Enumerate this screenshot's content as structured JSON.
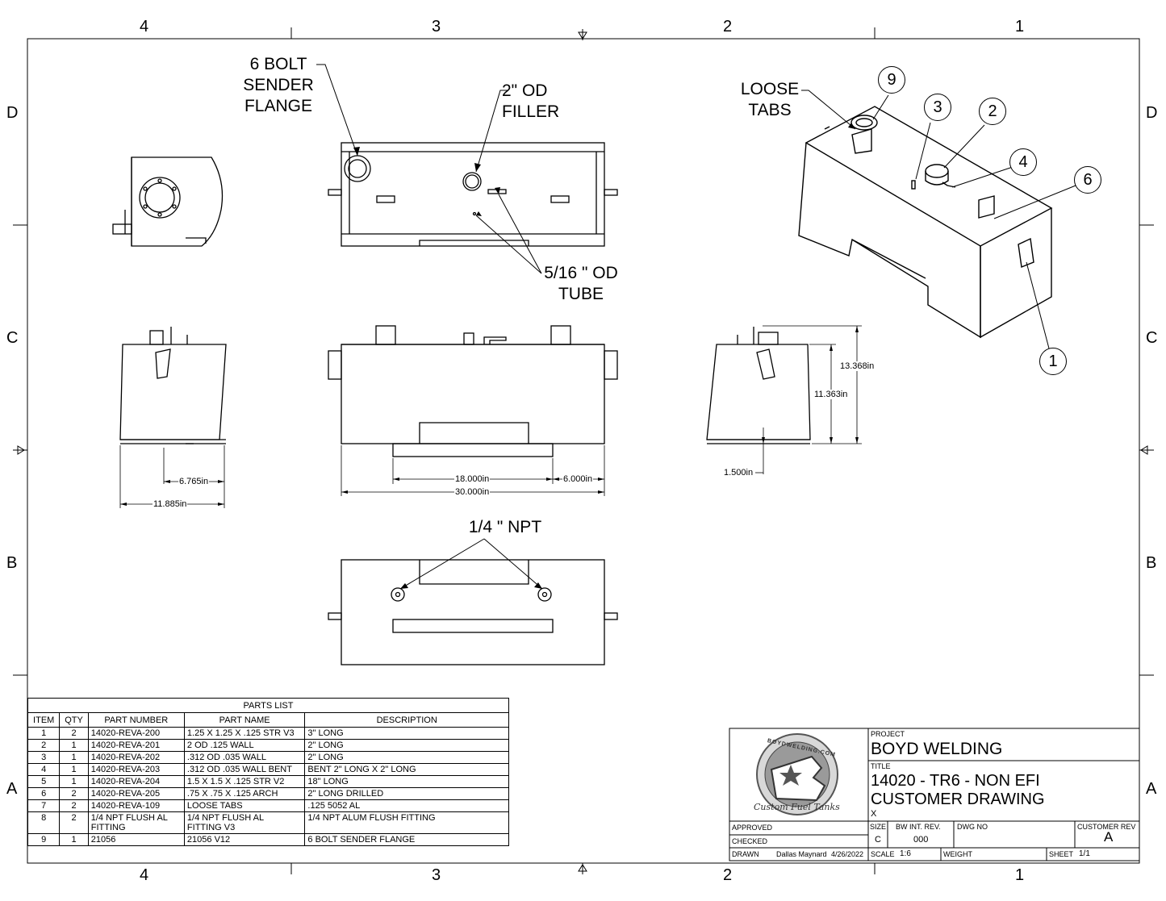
{
  "zones": {
    "cols": [
      "4",
      "3",
      "2",
      "1"
    ],
    "rows": [
      "D",
      "C",
      "B",
      "A"
    ]
  },
  "callouts": {
    "sender_flange": "6 BOLT\nSENDER\nFLANGE",
    "filler": "2\" OD\nFILLER",
    "tube": "5/16 \" OD\nTUBE",
    "npt": "1/4 \" NPT",
    "loose_tabs": "LOOSE\nTABS"
  },
  "balloons": [
    "9",
    "3",
    "2",
    "4",
    "6",
    "1"
  ],
  "dimensions": {
    "d_6765": "6.765in",
    "d_11885": "11.885in",
    "d_18000": "18.000in",
    "d_6000": "6.000in",
    "d_30000": "30.000in",
    "d_13368": "13.368in",
    "d_11363": "11.363in",
    "d_1500": "1.500in"
  },
  "parts_list": {
    "title": "PARTS LIST",
    "headers": [
      "ITEM",
      "QTY",
      "PART NUMBER",
      "PART NAME",
      "DESCRIPTION"
    ],
    "rows": [
      [
        "1",
        "2",
        "14020-REVA-200",
        "1.25 X 1.25 X .125 STR V3",
        "3\" LONG"
      ],
      [
        "2",
        "1",
        "14020-REVA-201",
        "2 OD .125 WALL",
        "2\" LONG"
      ],
      [
        "3",
        "1",
        "14020-REVA-202",
        ".312 OD .035 WALL",
        "2\" LONG"
      ],
      [
        "4",
        "1",
        "14020-REVA-203",
        ".312 OD .035 WALL BENT",
        "BENT 2\" LONG X 2\" LONG"
      ],
      [
        "5",
        "1",
        "14020-REVA-204",
        "1.5 X 1.5 X .125 STR V2",
        "18\" LONG"
      ],
      [
        "6",
        "2",
        "14020-REVA-205",
        ".75 X .75 X .125 ARCH",
        "2\" LONG DRILLED"
      ],
      [
        "7",
        "2",
        "14020-REVA-109",
        "LOOSE TABS",
        ".125 5052 AL"
      ],
      [
        "8",
        "2",
        "1/4 NPT FLUSH AL\nFITTING",
        "1/4 NPT FLUSH AL\nFITTING V3",
        "1/4 NPT ALUM FLUSH FITTING"
      ],
      [
        "9",
        "1",
        "21056",
        "21056 V12",
        "6 BOLT SENDER FLANGE"
      ]
    ]
  },
  "title_block": {
    "project_label": "PROJECT",
    "project": "BOYD WELDING",
    "title_label": "TITLE",
    "title_line1": "14020 - TR6 - NON EFI",
    "title_line2": "CUSTOMER DRAWING",
    "x_mark": "X",
    "approved": "APPROVED",
    "checked": "CHECKED",
    "drawn": "DRAWN",
    "drawn_by": "Dallas Maynard",
    "drawn_date": "4/26/2022",
    "size_label": "SIZE",
    "size": "C",
    "bw_rev_label": "BW  INT. REV.",
    "bw_rev": "000",
    "dwg_label": "DWG NO",
    "cust_rev_label": "CUSTOMER REV",
    "cust_rev": "A",
    "scale_label": "SCALE",
    "scale": "1:6",
    "weight_label": "WEIGHT",
    "sheet_label": "SHEET",
    "sheet": "1/1",
    "logo_text": "BOYDWELDING.COM",
    "logo_script": "Custom Fuel Tanks"
  }
}
